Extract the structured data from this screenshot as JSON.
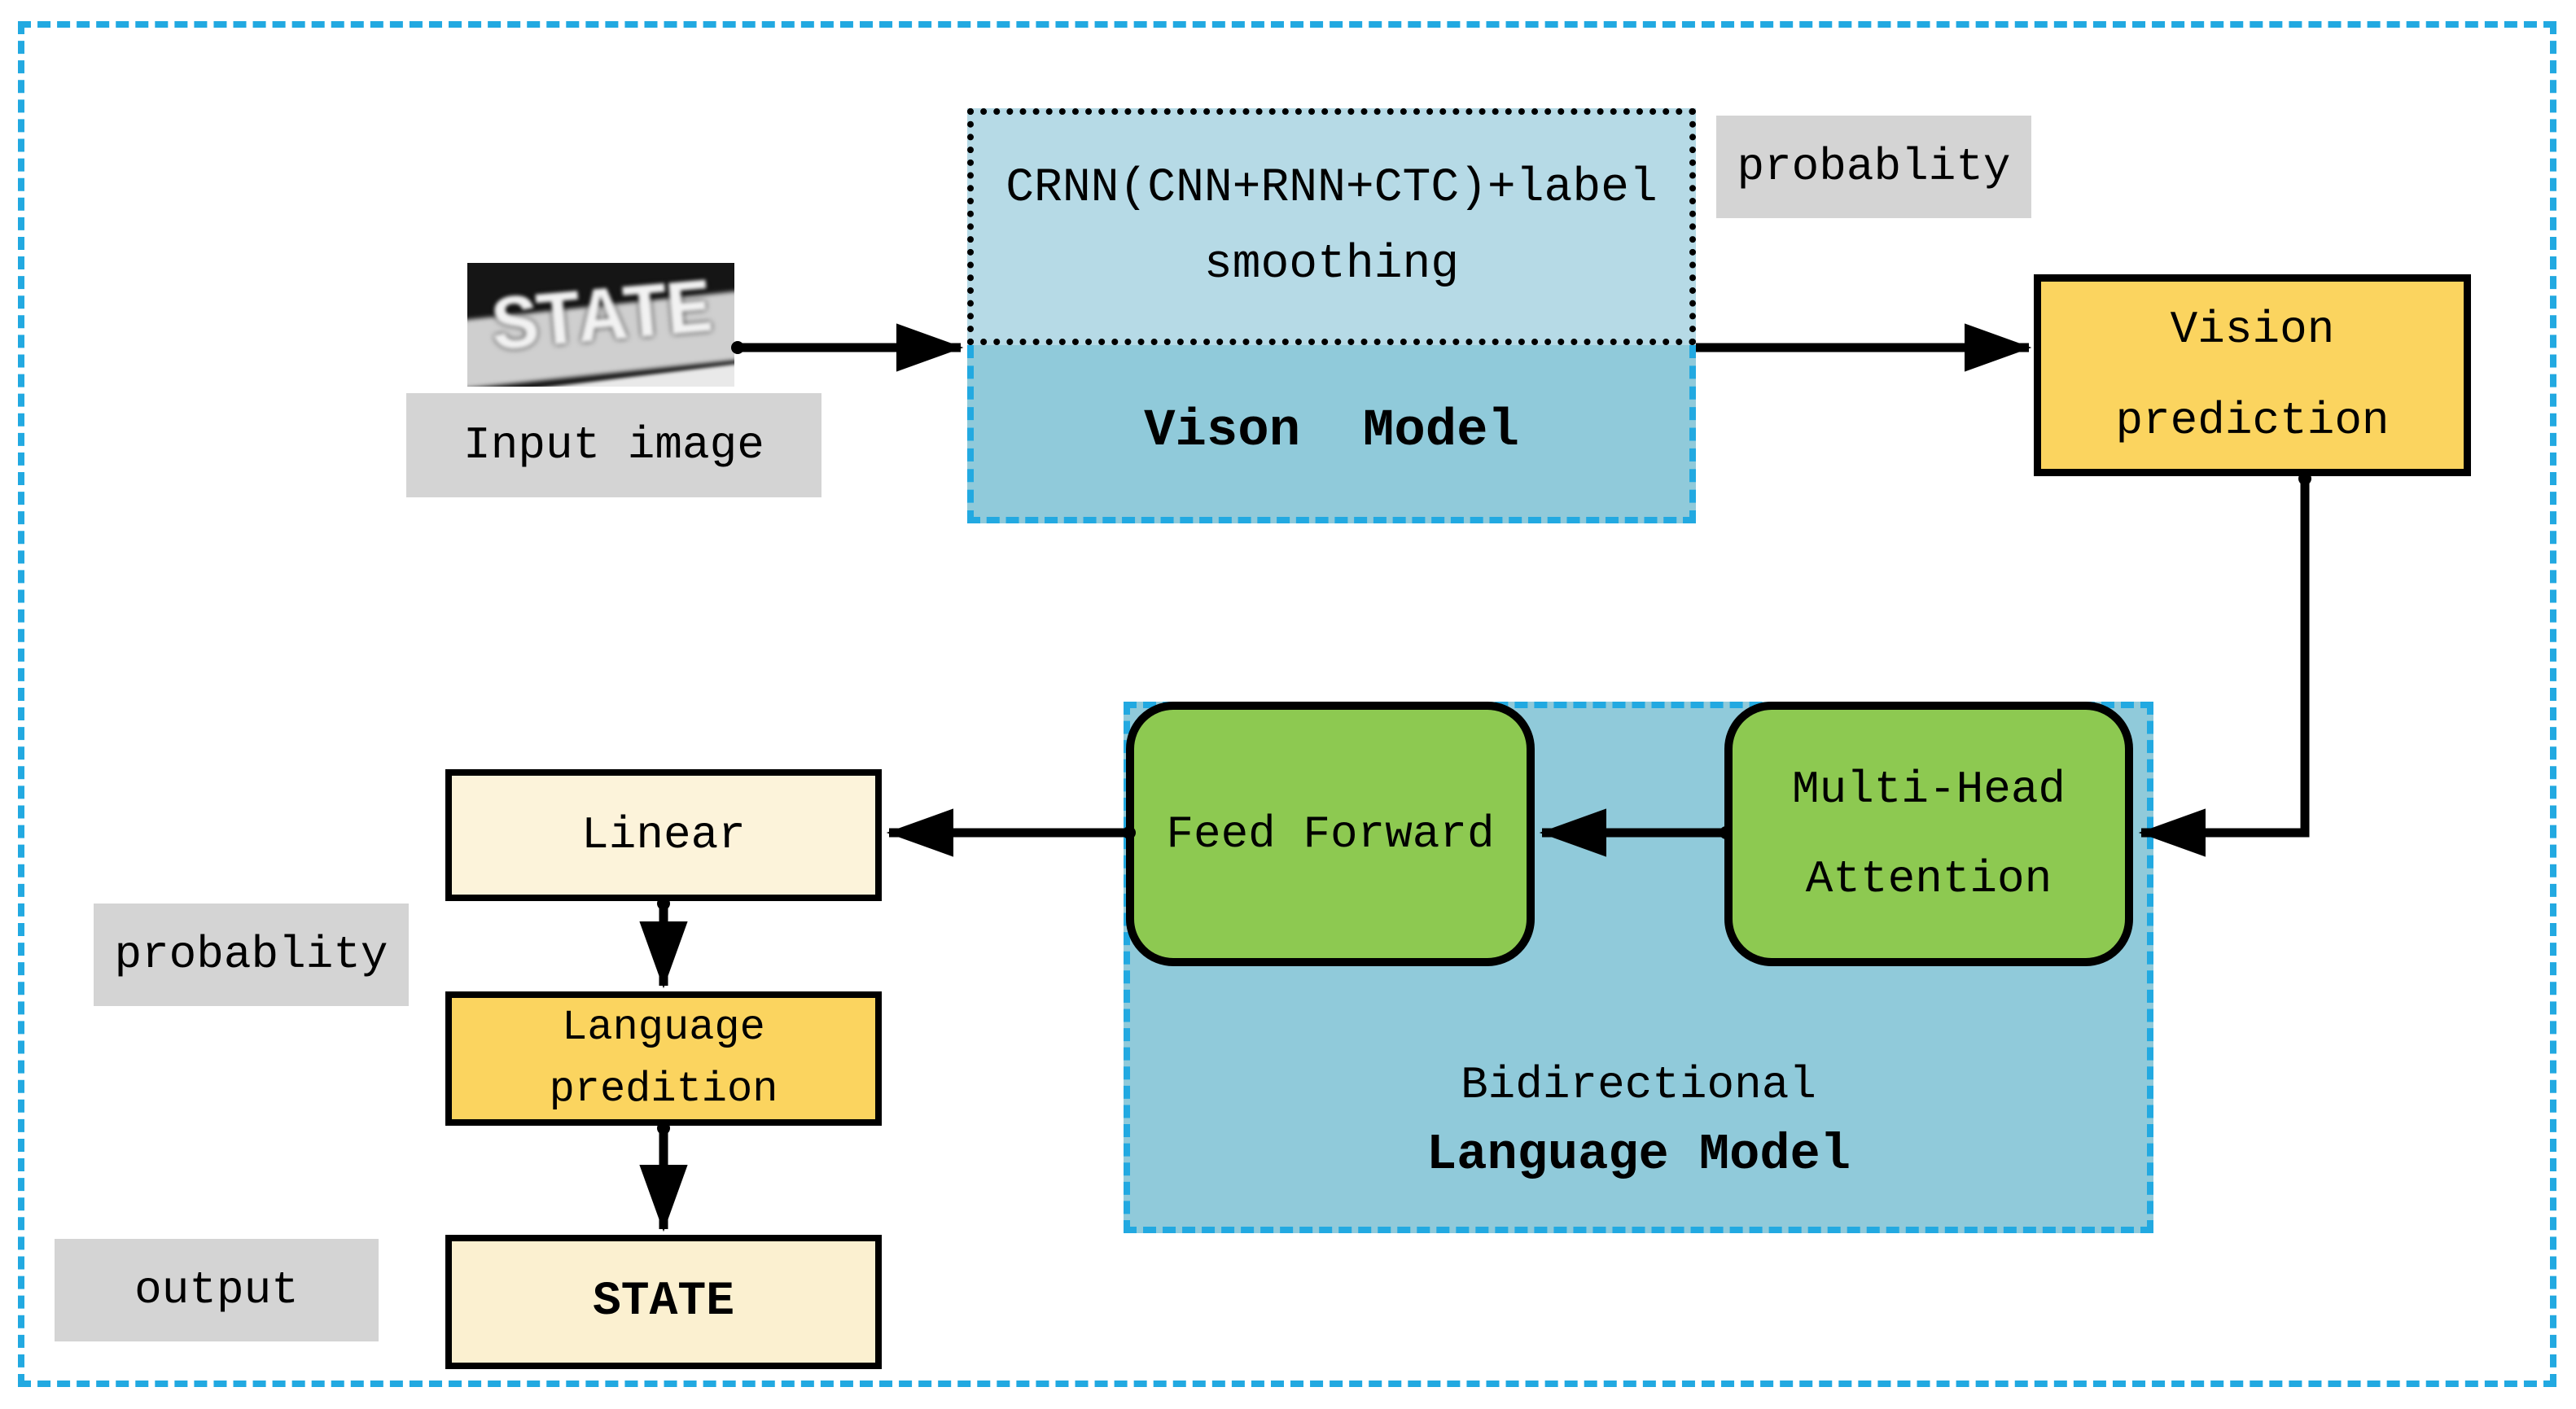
{
  "colors": {
    "frame-blue": "#22A9E1",
    "light-blue": "#B6DAE6",
    "medium-blue": "#90CADA",
    "green": "#8DC951",
    "yellow": "#FBD45F",
    "cream": "#FCF3DA",
    "cream-dark": "#FBF0D0",
    "gray-label": "#D4D4D4"
  },
  "input": {
    "photo_text": "STATE",
    "label": "Input image"
  },
  "vision_model": {
    "crnn_line1": "CRNN(CNN+RNN+CTC)+label",
    "crnn_line2": "smoothing",
    "title": "Vison  Model"
  },
  "labels": {
    "probability_top": "probablity",
    "probability_bottom": "probablity",
    "output": "output"
  },
  "vision_prediction": {
    "line1": "Vision",
    "line2": "prediction"
  },
  "language_model": {
    "feed_forward": "Feed Forward",
    "multi_head_line1": "Multi-Head",
    "multi_head_line2": "Attention",
    "caption_line1": "Bidirectional",
    "caption_line2": "Language Model"
  },
  "pipeline": {
    "linear": "Linear",
    "language_prediction_line1": "Language",
    "language_prediction_line2": "predition",
    "output_text": "STATE"
  }
}
